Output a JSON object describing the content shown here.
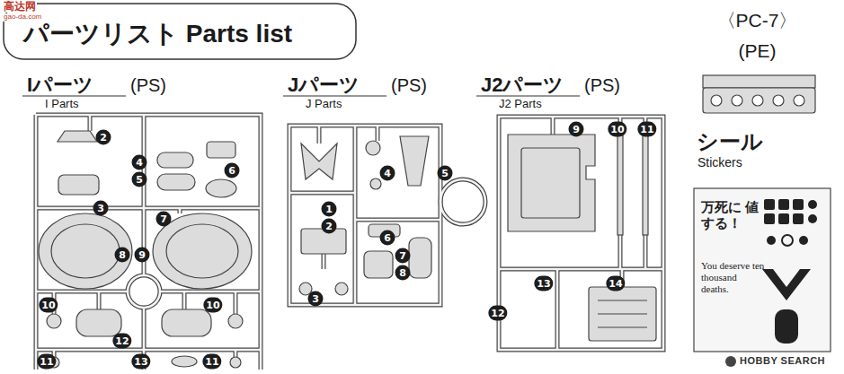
{
  "diagram": {
    "title": "パーツリスト Parts list",
    "nodes": [
      {
        "text": [
          "Iパーツ",
          "I Parts",
          "(PS)"
        ]
      },
      {
        "text": [
          "Jパーツ",
          "J Parts",
          "(PS)"
        ]
      },
      {
        "text": [
          "J2パーツ",
          "J2 Parts",
          "(PS)"
        ]
      },
      {
        "text": [
          "〈PC-7〉",
          "(PE)"
        ]
      },
      {
        "text": [
          "シール",
          "Stickers"
        ]
      }
    ],
    "labels": [
      "高达网",
      "gao-da.com",
      "2",
      "4",
      "5",
      "6",
      "3",
      "7",
      "8",
      "9",
      "10",
      "10",
      "12",
      "11",
      "13",
      "11",
      "4",
      "5",
      "1",
      "2",
      "6",
      "7",
      "8",
      "3",
      "9",
      "10",
      "11",
      "13",
      "14",
      "12",
      "万死に 値する！",
      "You deserve ten thousand deaths.",
      "HOBBY SEARCH"
    ]
  }
}
